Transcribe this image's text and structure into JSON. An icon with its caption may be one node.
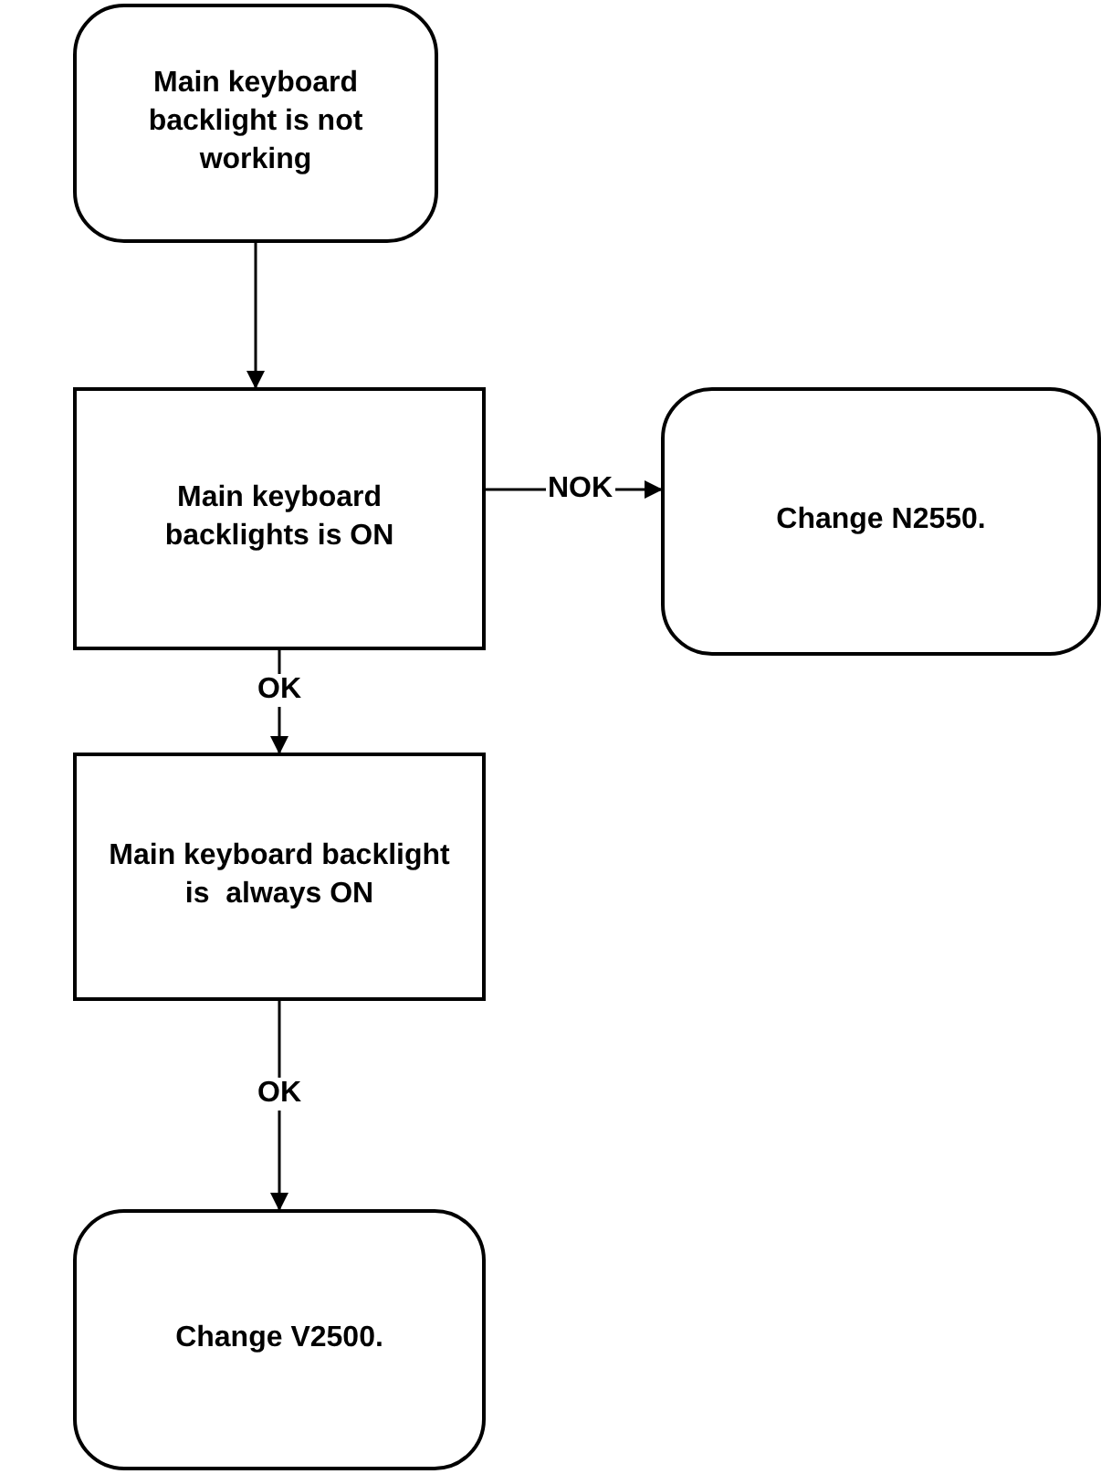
{
  "diagram": {
    "nodes": [
      {
        "text": [
          "Main keyboard backlight is not working"
        ]
      },
      {
        "text": [
          "Main keyboard backlights is ON"
        ]
      },
      {
        "text": [
          "Change N2550."
        ]
      },
      {
        "text": [
          "Main keyboard backlight is  always ON"
        ]
      },
      {
        "text": [
          "Change V2500."
        ]
      }
    ],
    "edges": [
      {
        "from": 0,
        "to": 1,
        "arrow": "to"
      },
      {
        "from": 1,
        "to": 2,
        "arrow": "to",
        "label": "NOK"
      },
      {
        "from": 1,
        "to": 3,
        "arrow": "to",
        "label": "OK"
      },
      {
        "from": 3,
        "to": 4,
        "arrow": "to",
        "label": "OK"
      }
    ]
  }
}
